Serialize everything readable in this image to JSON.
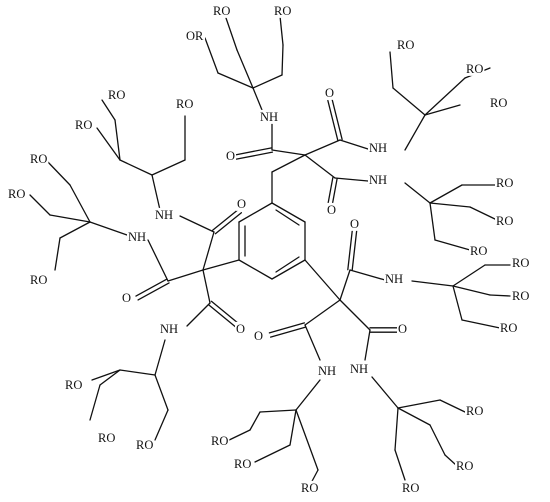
{
  "labels": {
    "ro": "RO",
    "or": "OR",
    "nh": "NH",
    "o": "O"
  }
}
